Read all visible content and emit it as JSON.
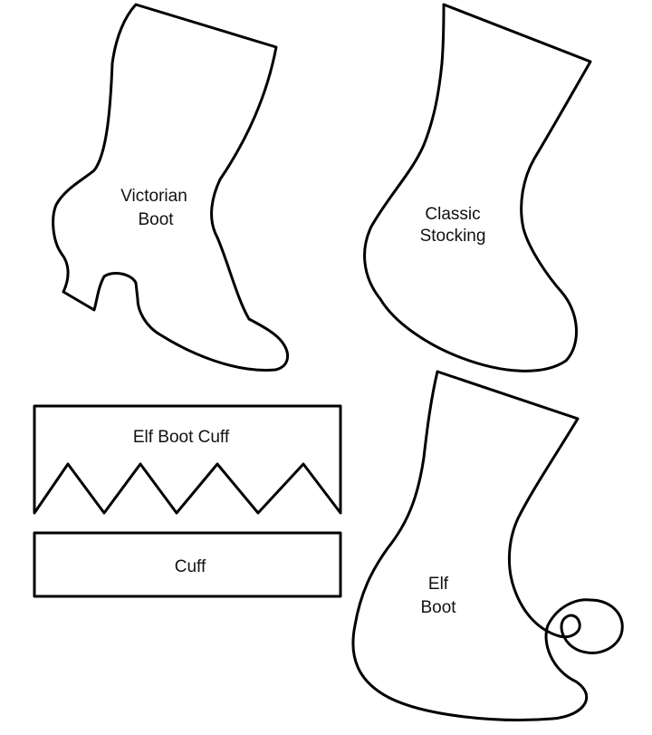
{
  "shapes": {
    "victorian_boot": {
      "line1": "Victorian",
      "line2": "Boot"
    },
    "classic_stocking": {
      "line1": "Classic",
      "line2": "Stocking"
    },
    "elf_boot_cuff": {
      "label": "Elf Boot Cuff"
    },
    "cuff": {
      "label": "Cuff"
    },
    "elf_boot": {
      "line1": "Elf",
      "line2": "Boot"
    }
  },
  "colors": {
    "background": "#ffffff",
    "outline": "#000000",
    "text": "#111111"
  }
}
